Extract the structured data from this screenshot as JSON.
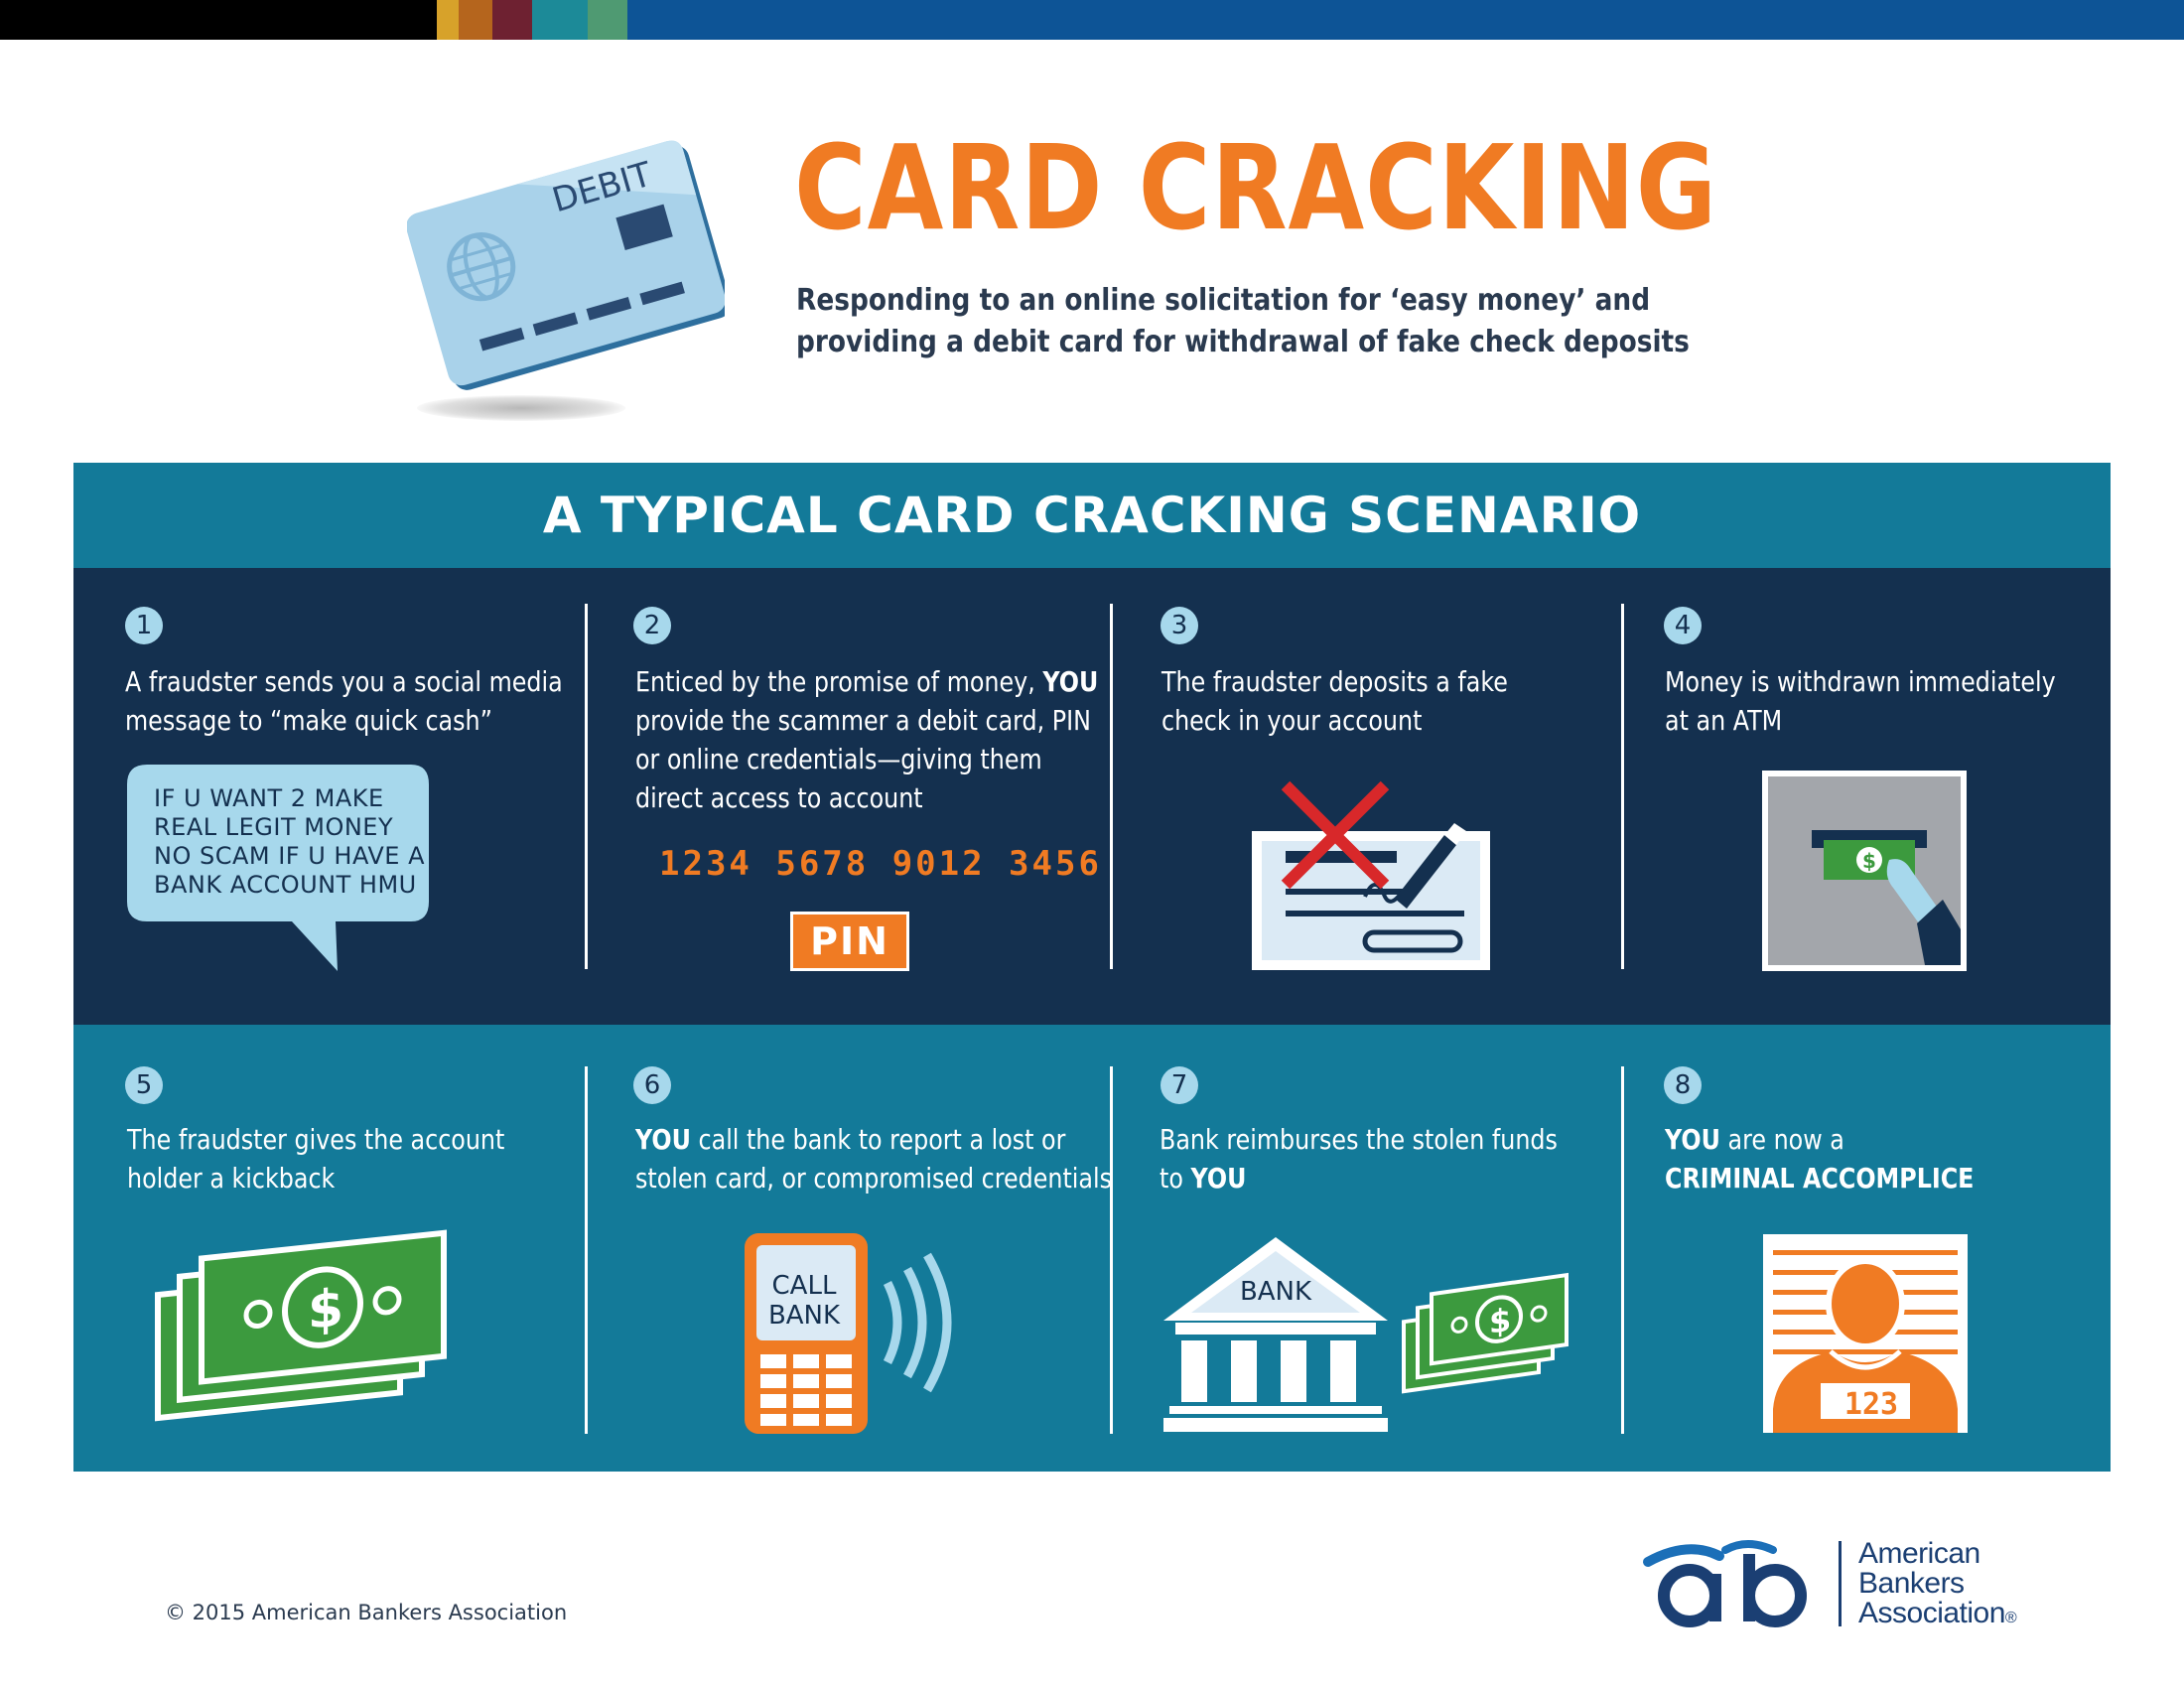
{
  "colors": {
    "accent_orange": "#f07b23",
    "navy": "#14304f",
    "teal": "#137a99",
    "light_blue": "#a7d8ec",
    "money_green": "#3c9a3e",
    "brand_blue": "#1b3f73"
  },
  "top_stripe": [
    "#000000",
    "#d7a22a",
    "#b5651d",
    "#6e2131",
    "#1c8a98",
    "#4f9a72",
    "#0d5496"
  ],
  "header": {
    "title": "CARD CRACKING",
    "subtitle_line1": "Responding to an online solicitation for ‘easy money’ and",
    "subtitle_line2": "providing a debit card for withdrawal of fake check deposits",
    "card_label": "DEBIT"
  },
  "scenario": {
    "heading": "A TYPICAL CARD CRACKING SCENARIO",
    "steps": [
      {
        "number": "1",
        "line1": "A fraudster sends you a social media",
        "line2": "message  to “make quick cash”",
        "bubble": "IF U WANT 2 MAKE\nREAL LEGIT MONEY\nNO SCAM IF U HAVE A\nBANK ACCOUNT HMU",
        "icon": "speech-bubble-icon"
      },
      {
        "number": "2",
        "line1_pre": "Enticed by the promise of money, ",
        "line1_bold": "YOU",
        "line2": "provide the scammer a debit card, PIN",
        "line3": "or online credentials—giving them",
        "line4": "direct access to account",
        "card_number": "1234  5678  9012  3456",
        "pin": "PIN"
      },
      {
        "number": "3",
        "line1": "The fraudster deposits a fake",
        "line2": "check in your account",
        "icon": "crossed-check-icon"
      },
      {
        "number": "4",
        "line1": "Money is withdrawn immediately",
        "line2": "at an ATM",
        "icon": "atm-withdrawal-icon"
      },
      {
        "number": "5",
        "line1": "The fraudster gives the account",
        "line2": "holder a kickback",
        "icon": "cash-stack-icon"
      },
      {
        "number": "6",
        "line1_bold": "YOU",
        "line1_rest": " call the bank to report a lost or",
        "line2": "stolen card, or compromised credentials",
        "phone_label": "CALL\nBANK",
        "icon": "phone-icon"
      },
      {
        "number": "7",
        "line1": "Bank reimburses the stolen funds",
        "line2_pre": "to ",
        "line2_bold": "YOU",
        "bank_label": "BANK",
        "icon": "bank-building-icon"
      },
      {
        "number": "8",
        "line1_bold": "YOU",
        "line1_rest": " are now a",
        "line2_bold": "CRIMINAL ACCOMPLICE",
        "mug_label": "123",
        "icon": "mugshot-icon"
      }
    ]
  },
  "footer": {
    "copyright": "© 2015 American Bankers Association",
    "logo_text": "American\nBankers\nAssociation",
    "logo_mark": "®"
  }
}
